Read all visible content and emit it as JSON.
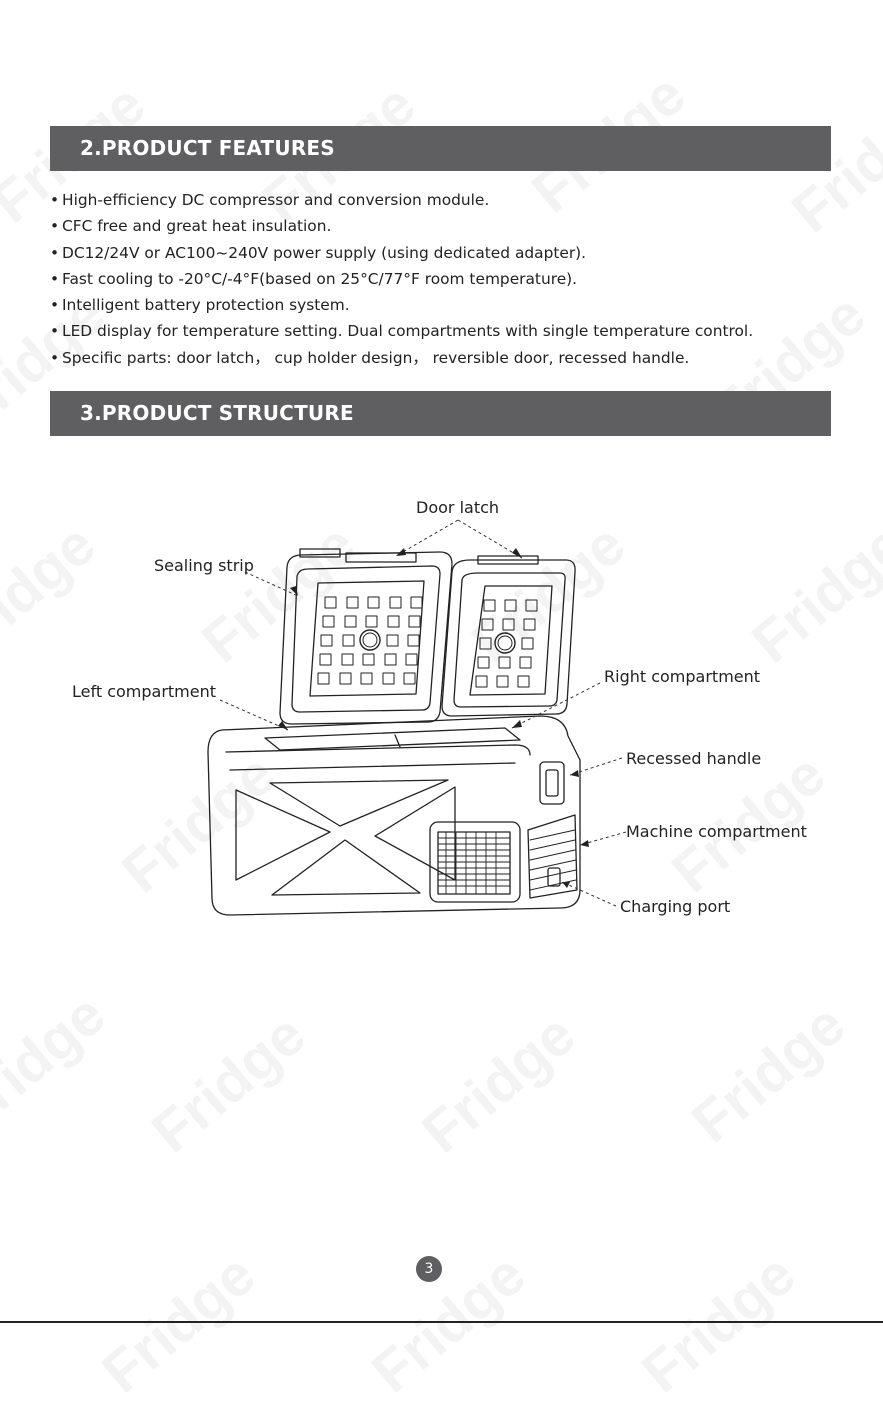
{
  "watermark": "Fridge",
  "features_section": {
    "title": "2.PRODUCT FEATURES",
    "bullet": "•",
    "items": [
      "High-efficiency DC compressor and conversion module.",
      "CFC free and great heat insulation.",
      "DC12/24V or AC100~240V power supply (using dedicated adapter).",
      "Fast cooling to -20°C/-4°F(based on 25°C/77°F room temperature).",
      "Intelligent battery protection system.",
      "LED display for temperature setting. Dual compartments with single temperature control.",
      "Specific parts: door latch， cup holder design， reversible door, recessed handle."
    ]
  },
  "structure_section": {
    "title": "3.PRODUCT STRUCTURE",
    "labels": {
      "door_latch": "Door latch",
      "sealing_strip": "Sealing strip",
      "left_compartment": "Left compartment",
      "right_compartment": "Right compartment",
      "recessed_handle": "Recessed handle",
      "machine_compartment": "Machine compartment",
      "charging_port": "Charging port"
    }
  },
  "page_number": "3"
}
